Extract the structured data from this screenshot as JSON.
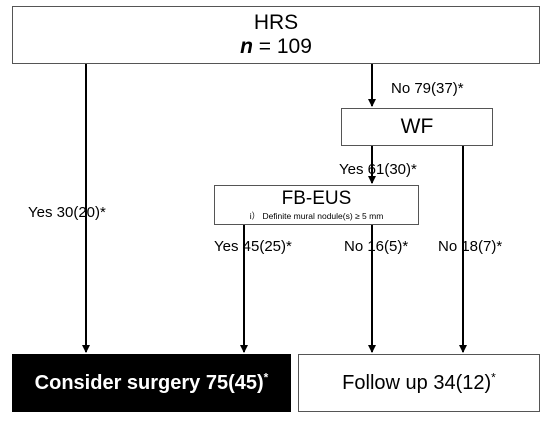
{
  "nodes": {
    "hrs": {
      "title": "HRS",
      "n_symbol": "n",
      "n_text": " = 109"
    },
    "wf": {
      "title": "WF"
    },
    "fbeus": {
      "title": "FB-EUS",
      "criterion": "i） Definite mural nodule(s) ≥ 5 mm"
    },
    "surgery": {
      "label": "Consider surgery  75(45)",
      "mark": "*"
    },
    "followup": {
      "label": "Follow up  34(12)",
      "mark": "*"
    }
  },
  "edges": {
    "hrs_wf": "No 79(37)*",
    "hrs_surgery": "Yes  30(20)*",
    "wf_fbeus": "Yes  61(30)*",
    "fbeus_surgery": "Yes  45(25)*",
    "fbeus_followup": "No  16(5)*",
    "wf_followup": "No  18(7)*"
  },
  "colors": {
    "line": "#000000",
    "box_border": "#555555",
    "surgery_fill": "#000000",
    "surgery_text": "#ffffff"
  }
}
